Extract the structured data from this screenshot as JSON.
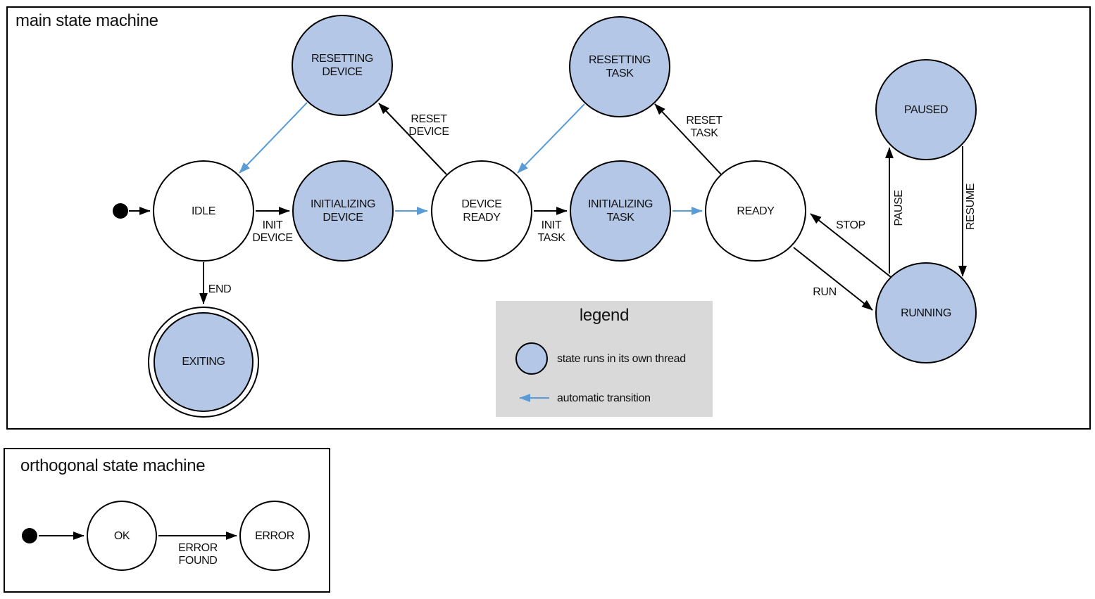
{
  "colors": {
    "threaded_state_fill": "#b4c7e7",
    "plain_state_fill": "#ffffff",
    "outline": "#000000",
    "auto_transition_blue": "#5b9bd5",
    "legend_background": "#d9d9d9"
  },
  "main_machine": {
    "title": "main state machine",
    "states": {
      "idle": {
        "label": "IDLE"
      },
      "resetting_device": {
        "label": "RESETTING\nDEVICE"
      },
      "initializing_device": {
        "label": "INITIALIZING\nDEVICE"
      },
      "device_ready": {
        "label": "DEVICE\nREADY"
      },
      "resetting_task": {
        "label": "RESETTING\nTASK"
      },
      "initializing_task": {
        "label": "INITIALIZING\nTASK"
      },
      "ready": {
        "label": "READY"
      },
      "paused": {
        "label": "PAUSED"
      },
      "running": {
        "label": "RUNNING"
      },
      "exiting": {
        "label": "EXITING"
      }
    },
    "transition_labels": {
      "init_device": "INIT\nDEVICE",
      "reset_device": "RESET\nDEVICE",
      "init_task": "INIT\nTASK",
      "reset_task": "RESET\nTASK",
      "stop": "STOP",
      "run": "RUN",
      "pause": "PAUSE",
      "resume": "RESUME",
      "end": "END"
    }
  },
  "legend": {
    "title": "legend",
    "items": {
      "threaded": {
        "label": "state runs in its own thread"
      },
      "auto": {
        "label": "automatic transition"
      }
    }
  },
  "orthogonal_machine": {
    "title": "orthogonal state machine",
    "states": {
      "ok": {
        "label": "OK"
      },
      "error": {
        "label": "ERROR"
      }
    },
    "transition_labels": {
      "error_found": "ERROR\nFOUND"
    }
  }
}
